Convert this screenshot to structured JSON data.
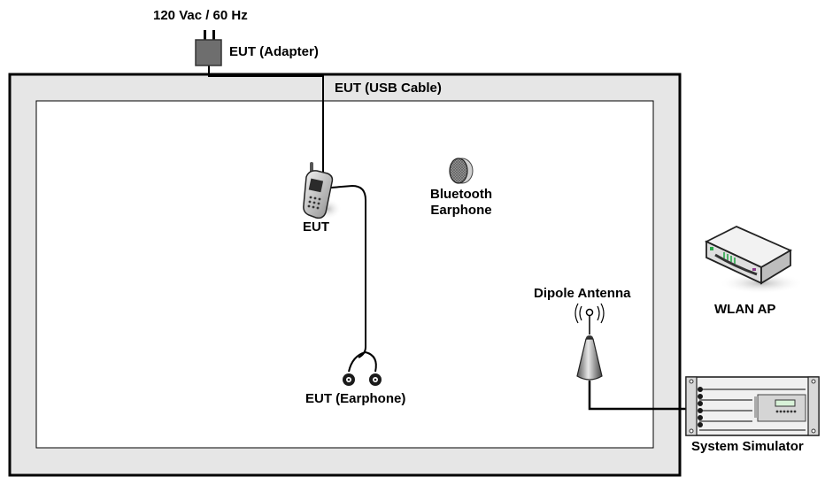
{
  "labels": {
    "power": "120 Vac / 60 Hz",
    "adapter": "EUT (Adapter)",
    "usb_cable": "EUT (USB Cable)",
    "eut": "EUT",
    "bt_line1": "Bluetooth",
    "bt_line2": "Earphone",
    "earphone": "EUT (Earphone)",
    "dipole": "Dipole Antenna",
    "wlan": "WLAN AP",
    "simulator": "System Simulator"
  },
  "icons": {
    "adapter": "power-adapter-icon",
    "phone": "mobile-phone-icon",
    "bt_earphone": "bluetooth-earphone-icon",
    "wired_earphone": "wired-earphone-icon",
    "antenna": "dipole-antenna-icon",
    "router": "wlan-router-icon",
    "simulator": "system-simulator-icon"
  },
  "colors": {
    "outer_table": "#e6e6e6",
    "border": "#000000",
    "router_led": "#2aa84a"
  }
}
